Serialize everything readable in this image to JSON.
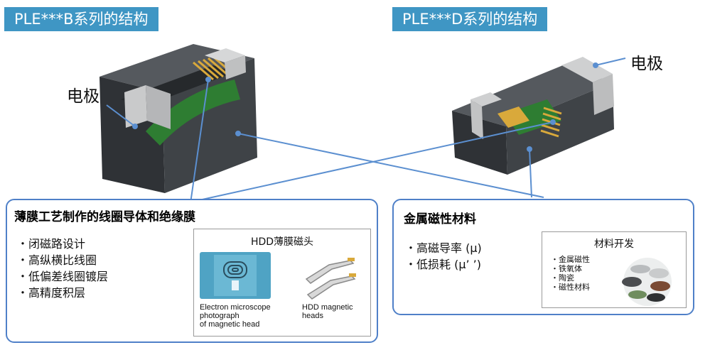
{
  "header": {
    "left_tag": "PLE***B系列的结构",
    "right_tag": "PLE***D系列的结构"
  },
  "labels": {
    "electrode_left": "电极",
    "electrode_right": "电极"
  },
  "left_box": {
    "title": "薄膜工艺制作的线圈导体和绝缘膜",
    "bullets": [
      "・闭磁路设计",
      "・高纵横比线圈",
      "・低偏差线圈镀层",
      "・高精度积层"
    ],
    "inset": {
      "title": "HDD薄膜磁头",
      "caption_left": [
        "Electron microscope",
        "photograph",
        "of magnetic head"
      ],
      "caption_right": [
        "HDD magnetic",
        "heads"
      ]
    }
  },
  "right_box": {
    "title": "金属磁性材料",
    "bullets": [
      "・高磁导率 (μ)",
      "・低损耗 (μ’ ’)"
    ],
    "inset": {
      "title": "材料开发",
      "items": [
        "・金属磁性",
        "・铁氧体",
        "・陶瓷",
        "・磁性材料"
      ]
    }
  },
  "colors": {
    "tag_bg": "#3f96c4",
    "box_border": "#4f80c8",
    "connector_line": "#5b8fd0",
    "component_dark": "#3a3d41",
    "electrode_gray": "#c9cacb",
    "coil_green": "#2e7d32",
    "coil_gold": "#d9a93b"
  }
}
